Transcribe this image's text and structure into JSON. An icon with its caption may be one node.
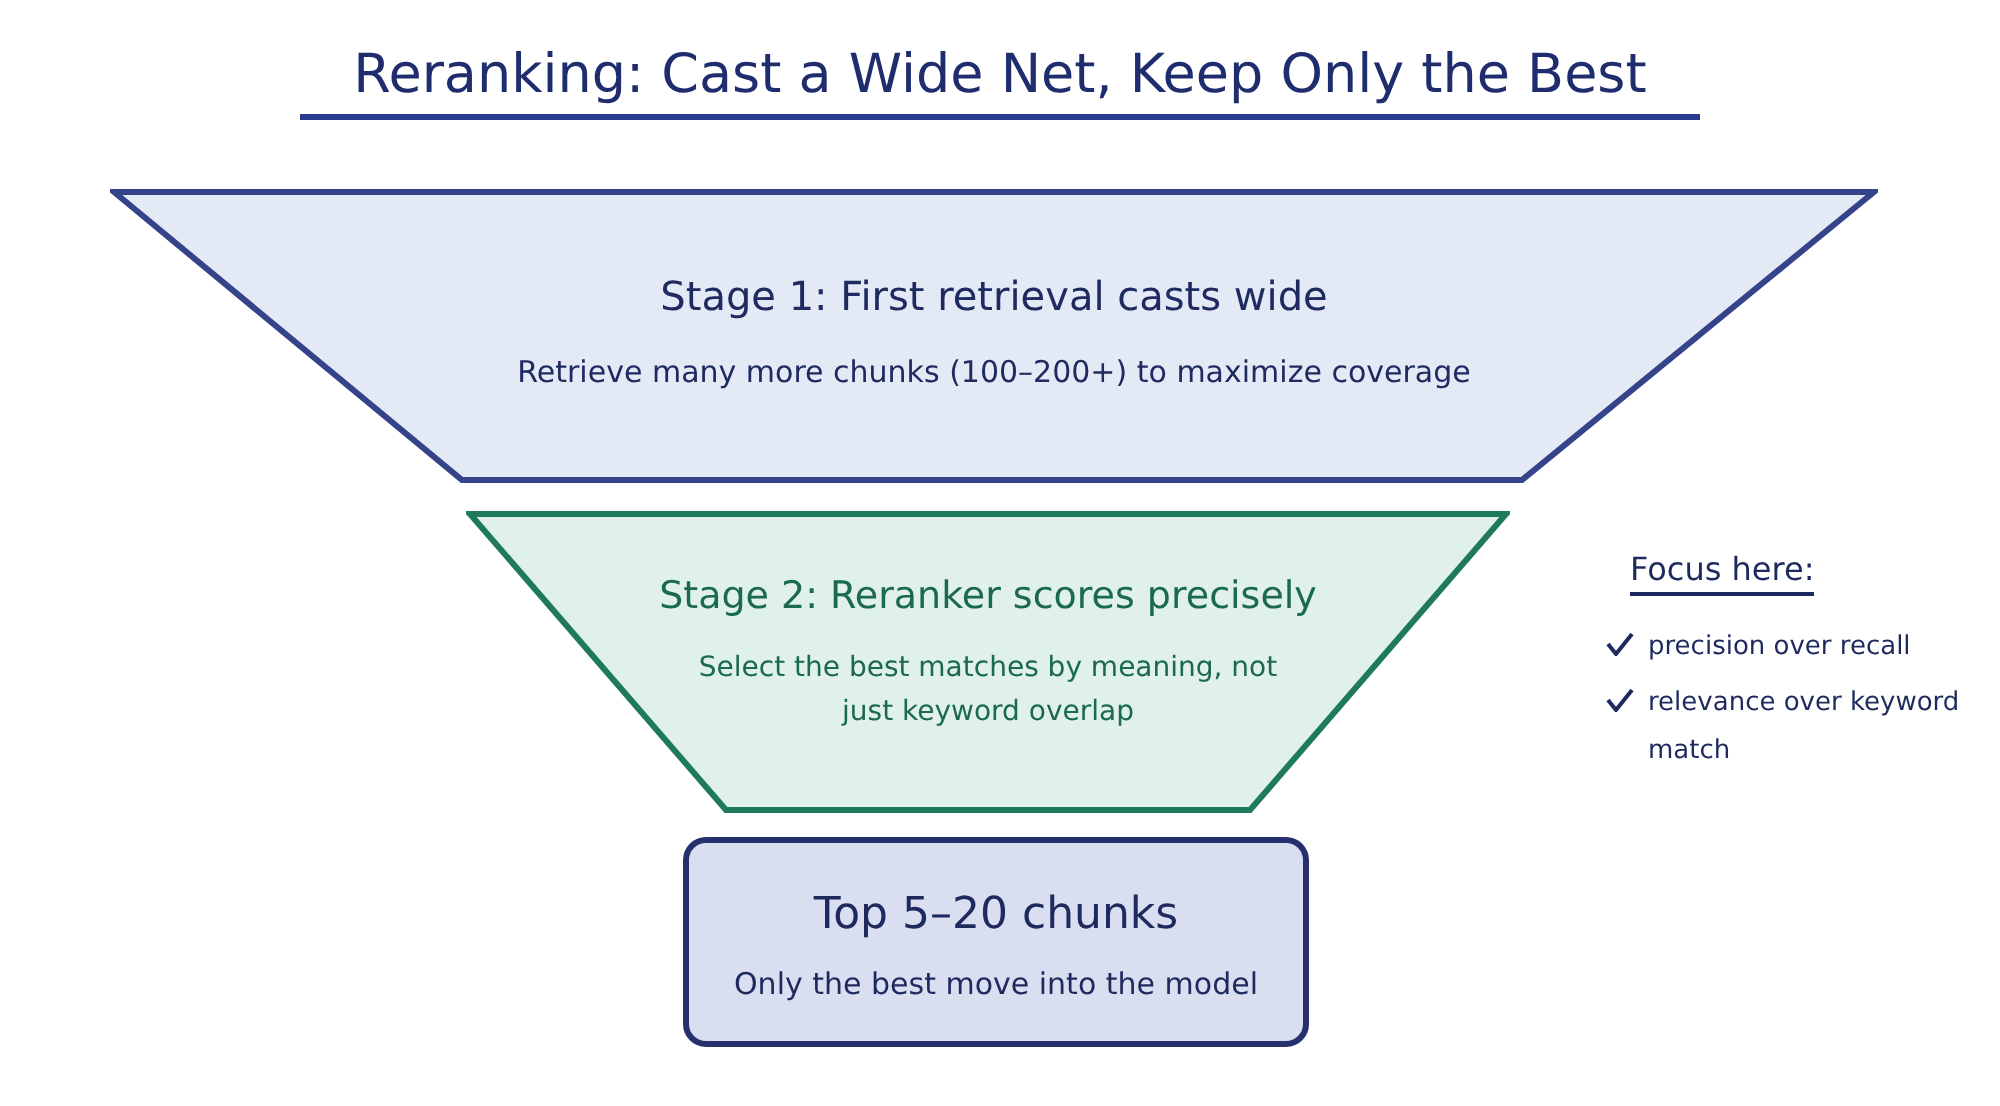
{
  "diagram": {
    "title": "Reranking: Cast a Wide Net, Keep Only the Best",
    "nodes": [
      {
        "text": [
          "Stage 1: First retrieval casts wide",
          "Retrieve many more chunks (100–200+) to maximize coverage"
        ]
      },
      {
        "text": [
          "Stage 2: Reranker scores precisely",
          "Select the best matches by meaning, not just keyword overlap"
        ]
      },
      {
        "text": [
          "Top 5–20 chunks",
          "Only the best move into the model"
        ]
      }
    ],
    "labels": [
      "Focus here:",
      "precision over recall",
      "relevance over keyword match"
    ]
  }
}
